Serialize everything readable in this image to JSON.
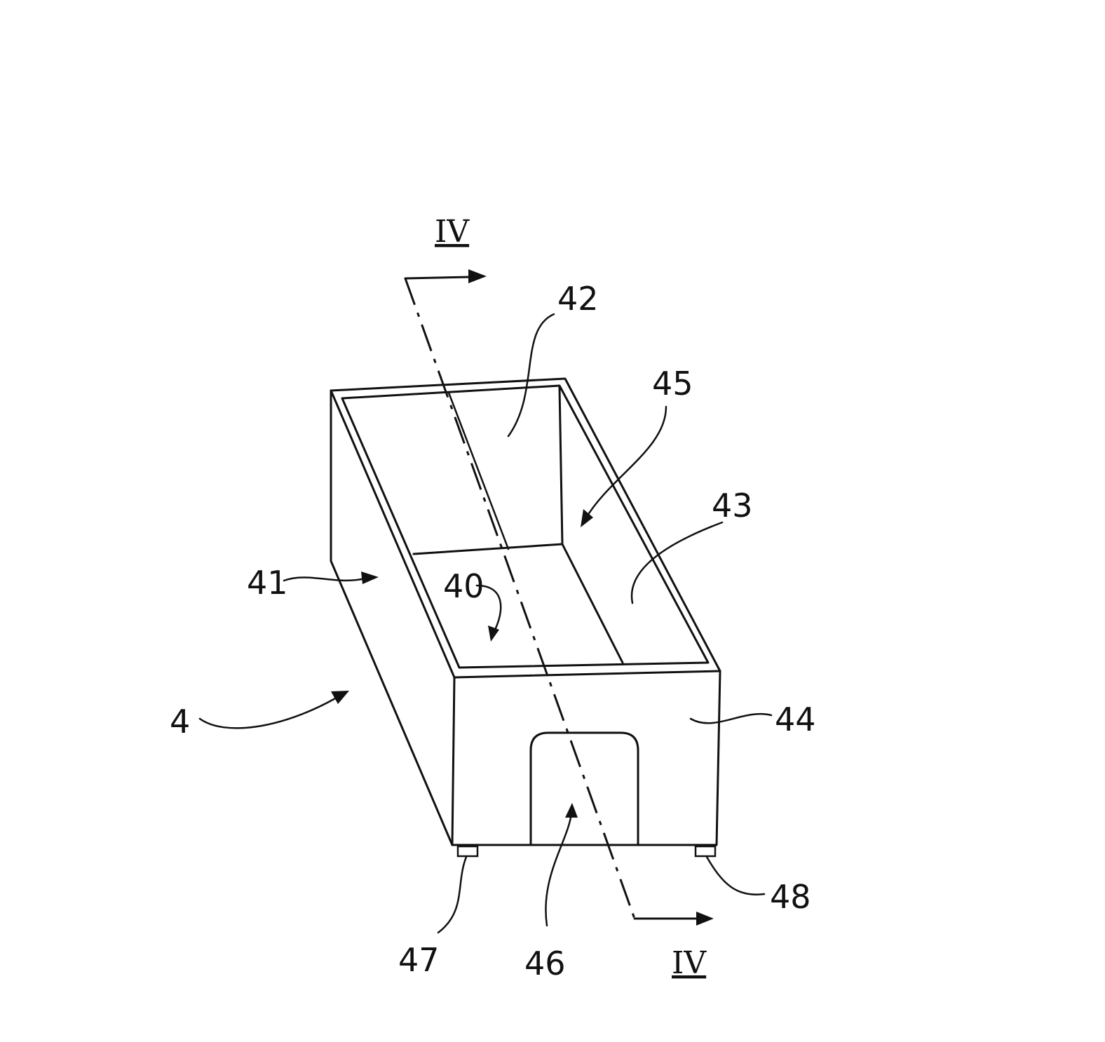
{
  "figure": {
    "section_labels": {
      "top": "IV",
      "bottom": "IV"
    },
    "reference_numerals": {
      "container": "4",
      "interior": "40",
      "side_wall_left": "41",
      "back_wall": "42",
      "side_wall_right": "43",
      "front_wall": "44",
      "corner": "45",
      "opening": "46",
      "foot_left": "47",
      "foot_right": "48"
    }
  }
}
